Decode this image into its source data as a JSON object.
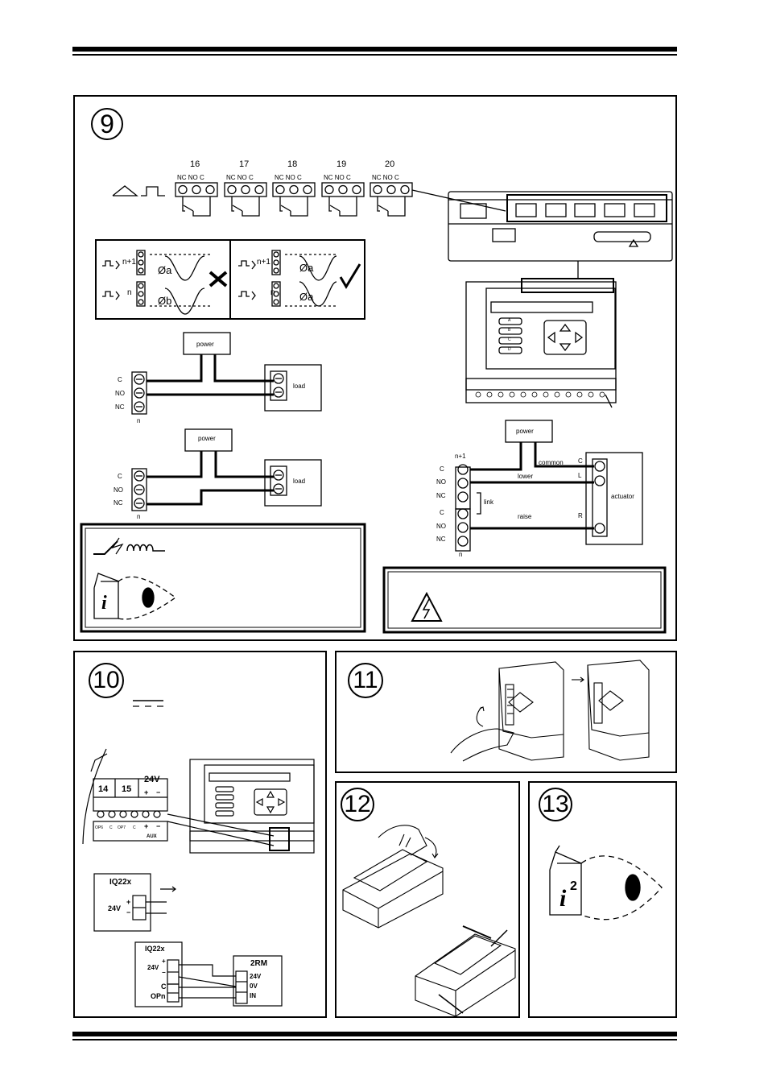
{
  "steps": [
    "9",
    "10",
    "11",
    "12",
    "13"
  ],
  "relays": [
    "16",
    "17",
    "18",
    "19",
    "20"
  ],
  "contact_labels": "NC NO  C",
  "phase": {
    "n1": "n+1",
    "n": "n",
    "a": "Øa",
    "b": "Øb"
  },
  "wiring": {
    "power": "power",
    "load": "load",
    "c": "C",
    "no": "NO",
    "nc": "NC",
    "n": "n"
  },
  "actuator": {
    "power": "power",
    "n1": "n+1",
    "common": "common",
    "lower": "lower",
    "link": "link",
    "raise": "raise",
    "actuator": "actuator",
    "c": "C",
    "l": "L",
    "r": "R",
    "n": "n"
  },
  "controller_buttons": [
    "A",
    "B",
    "C",
    "D"
  ],
  "step10": {
    "t14": "14",
    "t15": "15",
    "v24": "24V",
    "plus": "+",
    "minus": "−",
    "op6": "OP6",
    "c": "C",
    "op7": "OP7",
    "aux": "AUX",
    "iq": "IQ22x",
    "iq2": "IQ22x",
    "rm": "2RM",
    "v24b": "24V",
    "c2": "C",
    "opn": "OPn",
    "rm24": "24V",
    "rm0": "0V",
    "rmin": "IN"
  },
  "step13": {
    "sup": "2"
  }
}
